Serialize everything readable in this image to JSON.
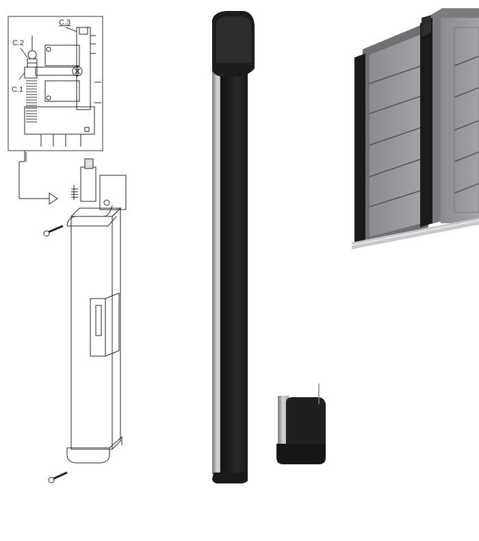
{
  "diagram": {
    "labels": {
      "c1": "C.1",
      "c2": "C.2",
      "c3": "C.3"
    }
  },
  "colors": {
    "profile_dark": "#1e1e1e",
    "profile_aluminium": "#a8a8a8",
    "gate_panel": "#8d8f92",
    "gate_frame": "#6d6f72"
  }
}
